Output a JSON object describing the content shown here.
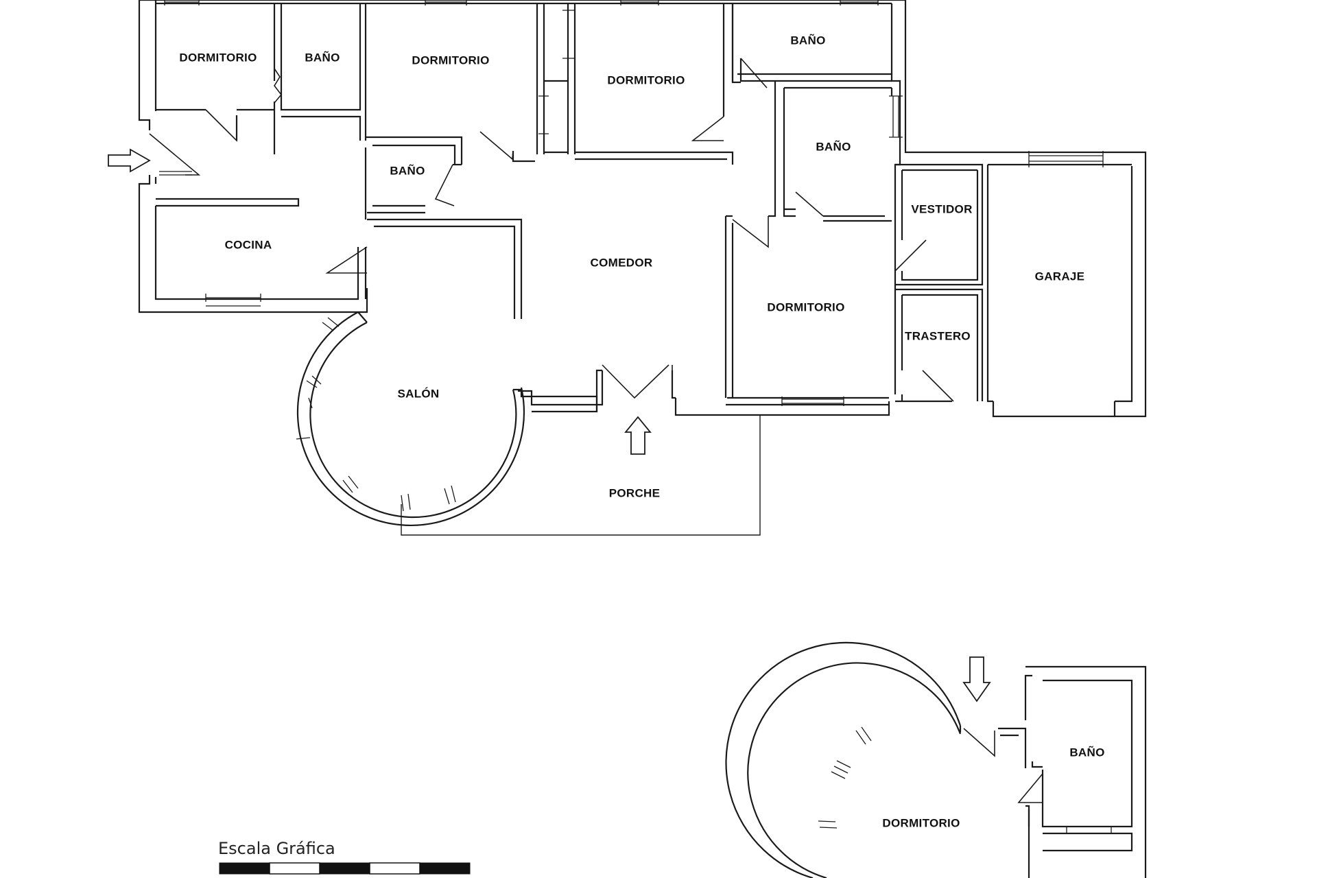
{
  "rooms": {
    "dormitorio_1": "DORMITORIO",
    "bano_1": "BAÑO",
    "dormitorio_2": "DORMITORIO",
    "dormitorio_3": "DORMITORIO",
    "bano_2": "BAÑO",
    "bano_3": "BAÑO",
    "bano_4": "BAÑO",
    "cocina": "COCINA",
    "comedor": "COMEDOR",
    "vestidor": "VESTIDOR",
    "garaje": "GARAJE",
    "dormitorio_4": "DORMITORIO",
    "trastero": "TRASTERO",
    "salon": "SALÓN",
    "porche": "PORCHE",
    "dormitorio_5": "DORMITORIO",
    "bano_5": "BAÑO"
  },
  "scale": {
    "title": "Escala Gráfica",
    "segments": 5
  },
  "colors": {
    "line": "#1a1a1a",
    "background": "#ffffff"
  }
}
